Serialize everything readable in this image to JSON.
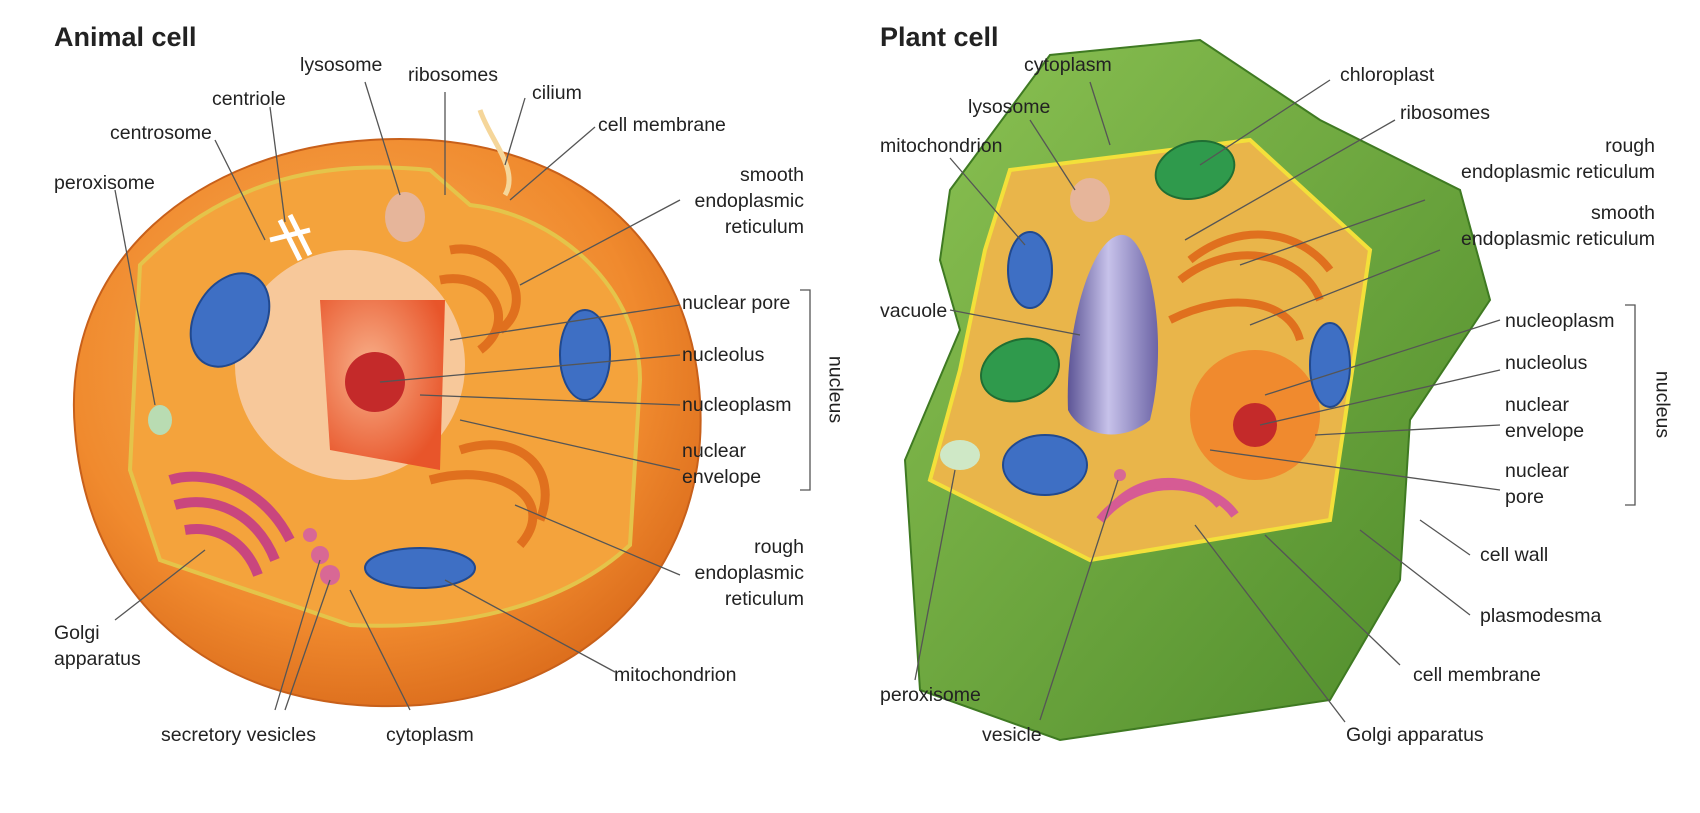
{
  "animal": {
    "title": "Animal cell",
    "labels": {
      "lysosome": "lysosome",
      "ribosomes": "ribosomes",
      "cilium": "cilium",
      "centriole": "centriole",
      "centrosome": "centrosome",
      "cell_membrane": "cell membrane",
      "peroxisome": "peroxisome",
      "smooth_er_1": "smooth",
      "smooth_er_2": "endoplasmic",
      "smooth_er_3": "reticulum",
      "nuclear_pore": "nuclear pore",
      "nucleolus": "nucleolus",
      "nucleoplasm": "nucleoplasm",
      "nuclear_envelope_1": "nuclear",
      "nuclear_envelope_2": "envelope",
      "nucleus": "nucleus",
      "rough_er_1": "rough",
      "rough_er_2": "endoplasmic",
      "rough_er_3": "reticulum",
      "golgi_1": "Golgi",
      "golgi_2": "apparatus",
      "mitochondrion": "mitochondrion",
      "secretory_vesicles": "secretory vesicles",
      "cytoplasm": "cytoplasm"
    }
  },
  "plant": {
    "title": "Plant cell",
    "labels": {
      "cytoplasm": "cytoplasm",
      "chloroplast": "chloroplast",
      "lysosome": "lysosome",
      "ribosomes": "ribosomes",
      "mitochondrion": "mitochondrion",
      "rough_er_1": "rough",
      "rough_er_2": "endoplasmic reticulum",
      "smooth_er_1": "smooth",
      "smooth_er_2": "endoplasmic reticulum",
      "vacuole": "vacuole",
      "nucleoplasm": "nucleoplasm",
      "nucleolus": "nucleolus",
      "nuclear_envelope_1": "nuclear",
      "nuclear_envelope_2": "envelope",
      "nuclear_pore_1": "nuclear",
      "nuclear_pore_2": "pore",
      "nucleus": "nucleus",
      "cell_wall": "cell wall",
      "plasmodesma": "plasmodesma",
      "cell_membrane": "cell membrane",
      "peroxisome": "peroxisome",
      "vesicle": "vesicle",
      "golgi": "Golgi apparatus"
    }
  },
  "colors": {
    "animal_outer": "#f08a2e",
    "animal_cytoplasm": "#f5a640",
    "nucleus_red": "#e8552a",
    "mitochondria_blue": "#3e6fc4",
    "golgi_pink": "#c9467e",
    "plant_wall": "#6fa53a",
    "plant_cytoplasm": "#e9b54a",
    "vacuole_purple": "#7e78b8",
    "chloroplast_green": "#2f9a4c",
    "leader_line": "#555555"
  }
}
